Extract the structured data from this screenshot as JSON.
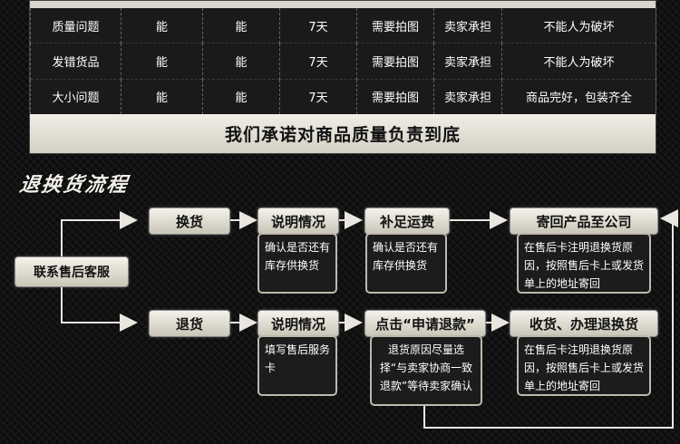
{
  "table": {
    "rows": [
      [
        "质量问题",
        "能",
        "能",
        "7天",
        "需要拍图",
        "卖家承担",
        "不能人为破坏"
      ],
      [
        "发错货品",
        "能",
        "能",
        "7天",
        "需要拍图",
        "卖家承担",
        "不能人为破坏"
      ],
      [
        "大小问题",
        "能",
        "能",
        "7天",
        "需要拍图",
        "卖家承担",
        "商品完好，包装齐全"
      ]
    ],
    "commitment": "我们承诺对商品质量负责到底"
  },
  "flow": {
    "title": "退换货流程",
    "start": "联系售后客服",
    "exchange": {
      "label": "换货",
      "step1": "说明情况",
      "step1_note": "确认是否还有库存供换货",
      "step2": "补足运费",
      "step2_note": "确认是否还有库存供换货",
      "step3": "寄回产品至公司",
      "step3_note": "在售后卡注明退换货原因，按照售后卡上或发货单上的地址寄回"
    },
    "refund": {
      "label": "退货",
      "step1": "说明情况",
      "step1_note": "填写售后服务卡",
      "step2": "点击“申请退款”",
      "step2_note": "退货原因尽量选择“与卖家协商一致退款”等待卖家确认",
      "step3": "收货、办理退换货",
      "step3_note": "在售后卡注明退换货原因，按照售后卡上或发货单上的地址寄回"
    }
  },
  "colors": {
    "panel": "#d9d6cc",
    "background": "#111111",
    "line": "#e8e6df"
  }
}
